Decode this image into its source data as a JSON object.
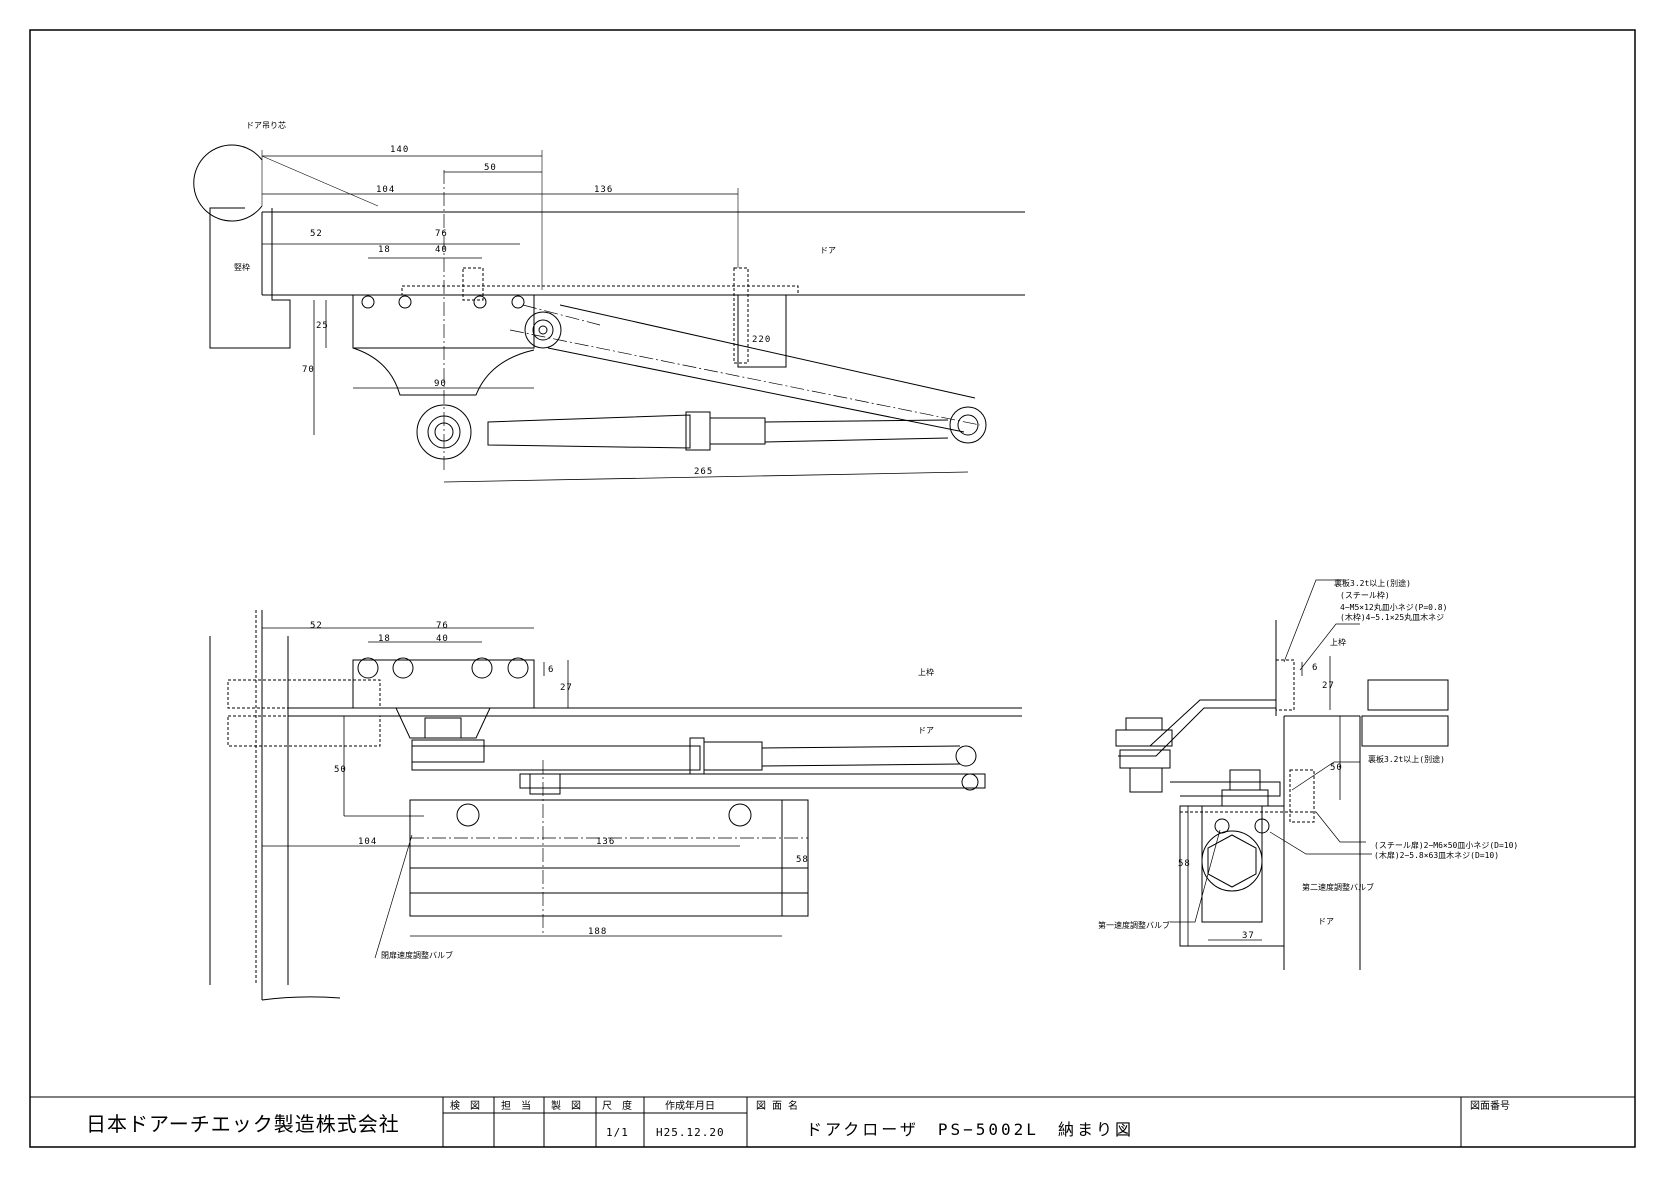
{
  "plan_view": {
    "label_hinge": "ドア吊り芯",
    "label_frame": "竪枠",
    "label_door": "ドア",
    "dims": {
      "d140": "140",
      "d50": "50",
      "d104": "104",
      "d136": "136",
      "d52": "52",
      "d76": "76",
      "d18": "18",
      "d40": "40",
      "d25": "25",
      "d70": "70",
      "d90": "90",
      "d220": "220",
      "d265": "265"
    }
  },
  "front_view": {
    "label_upper_frame": "上枠",
    "label_door": "ドア",
    "label_valve": "閉扉速度調整バルブ",
    "dims": {
      "d52": "52",
      "d76": "76",
      "d18": "18",
      "d40": "40",
      "d6": "6",
      "d27": "27",
      "d50": "50",
      "d104": "104",
      "d136": "136",
      "d58": "58",
      "d188": "188"
    }
  },
  "side_view": {
    "note_backing_plate_top": "裏板3.2t以上(別途)",
    "note_steel_frame": "(スチール枠)",
    "note_frame_screws_steel": "4−M5×12丸皿小ネジ(P=0.8)",
    "note_frame_screws_wood": "(木枠)4−5.1×25丸皿木ネジ",
    "label_upper_frame": "上枠",
    "note_backing_plate_door": "裏板3.2t以上(別途)",
    "note_door_screws_steel": "(スチール扉)2−M6×50皿小ネジ(D=10)",
    "note_door_screws_wood": "(木扉)2−5.8×63皿木ネジ(D=10)",
    "label_valve2": "第二速度調整バルブ",
    "label_valve1": "第一速度調整バルブ",
    "label_door": "ドア",
    "dims": {
      "d6": "6",
      "d27": "27",
      "d50": "50",
      "d58": "58",
      "d37": "37"
    }
  },
  "title_block": {
    "company": "日本ドアーチエック製造株式会社",
    "col_check": "検　図",
    "col_charge": "担　当",
    "col_drawn": "製　図",
    "col_scale": "尺　度",
    "col_date": "作成年月日",
    "col_drawing_name": "図 面 名",
    "col_drawing_no": "図面番号",
    "scale": "1/1",
    "date": "H25.12.20",
    "drawing_name": "ドアクローザ　PS−5002L　納まり図",
    "drawing_no": ""
  }
}
